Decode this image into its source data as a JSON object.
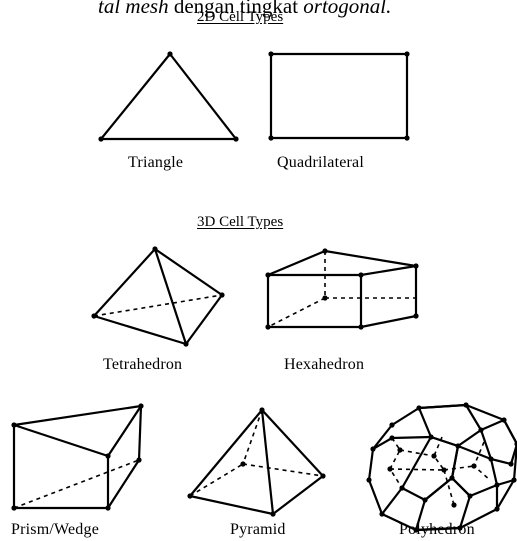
{
  "header_fragment": {
    "prefix": "tal mesh",
    "middle": " dengan tingkat ",
    "suffix": "ortogonal."
  },
  "sections": {
    "cells_2d_title": "2D Cell Types",
    "cells_3d_title": "3D Cell Types"
  },
  "labels": {
    "triangle": "Triangle",
    "quadrilateral": "Quadrilateral",
    "tetrahedron": "Tetrahedron",
    "hexahedron": "Hexahedron",
    "prism_wedge": "Prism/Wedge",
    "pyramid": "Pyramid",
    "polyhedron": "Polyhedron"
  }
}
